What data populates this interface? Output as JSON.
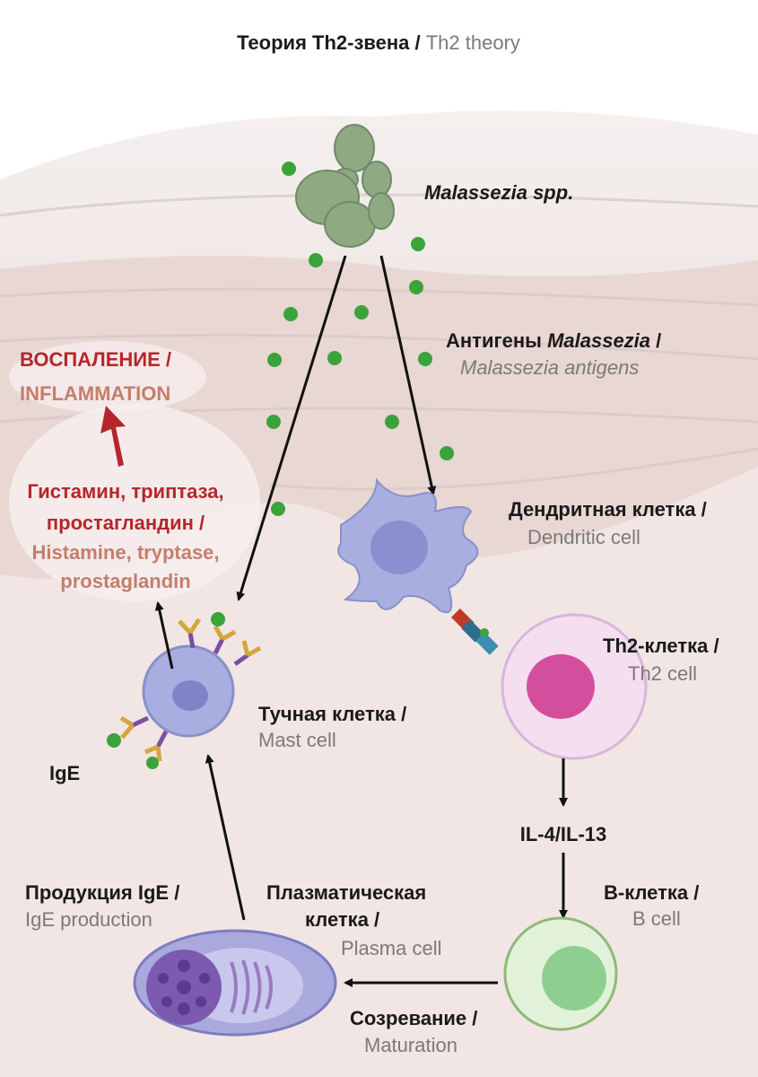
{
  "title": {
    "ru": "Теория Th2-звена",
    "sep": " / ",
    "en": "Th2 theory"
  },
  "labels": {
    "malassezia": "Malassezia spp.",
    "antigens_ru_prefix": "Антигены ",
    "antigens_ru_italic": "Malassezia",
    "antigens_ru_suffix": " /",
    "antigens_en": "Malassezia antigens",
    "inflammation_ru": "ВОСПАЛЕНИЕ /",
    "inflammation_en": "INFLAMMATION",
    "mediators_ru_1": "Гистамин, триптаза,",
    "mediators_ru_2": "простагландин /",
    "mediators_en_1": "Histamine, tryptase,",
    "mediators_en_2": "prostaglandin",
    "dendritic_ru": "Дендритная клетка /",
    "dendritic_en": "Dendritic cell",
    "th2_ru": "Th2-клетка /",
    "th2_en": "Th2 cell",
    "mast_ru": "Тучная клетка /",
    "mast_en": "Mast cell",
    "ige": "IgE",
    "interleukins": "IL-4/IL-13",
    "bcell_ru": "B-клетка /",
    "bcell_en": "B cell",
    "ige_prod_ru": "Продукция IgE /",
    "ige_prod_en": "IgE production",
    "plasma_ru_1": "Плазматическая",
    "plasma_ru_2": "клетка /",
    "plasma_en": "Plasma cell",
    "maturation_ru": "Созревание /",
    "maturation_en": "Maturation"
  },
  "colors": {
    "antigen": "#3aa33a",
    "inflammation": "#b5262b",
    "tissue": "#efe2e1"
  }
}
